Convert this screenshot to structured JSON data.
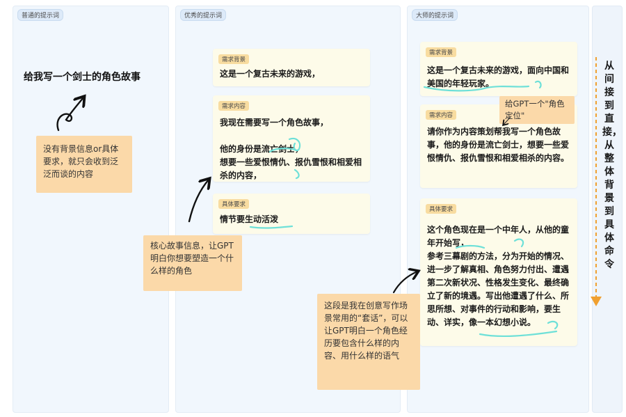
{
  "columns": {
    "plain": {
      "title": "普通的提示词",
      "prompt": "给我写一个剑士的角色故事",
      "note": "没有背景信息or具体要求，就只会收到泛泛而谈的内容"
    },
    "good": {
      "title": "优秀的提示词",
      "cards": [
        {
          "tag": "需求背景",
          "text": "这是一个复古未来的游戏，"
        },
        {
          "tag": "需求内容",
          "text": "我现在需要写一个角色故事，\n\n他的身份是流亡剑士，\n想要一些爱恨情仇、报仇雪恨和相爱相杀的内容，"
        },
        {
          "tag": "具体要求",
          "text": "情节要生动活泼"
        }
      ],
      "note": "核心故事信息，让GPT明白你想要塑造一个什么样的角色"
    },
    "master": {
      "title": "大师的提示词",
      "cards": [
        {
          "tag": "需求背景",
          "text": "这是一个复古未来的游戏，面向中国和美国的年轻玩家。"
        },
        {
          "tag": "需求内容",
          "text": "请你作为内容策划帮我写一个角色故事，他的身份是流亡剑士，想要一些爱恨情仇、报仇雪恨和相爱相杀的内容。"
        },
        {
          "tag": "具体要求",
          "text": "这个角色现在是一个中年人，从他的童年开始写，\n参考三幕剧的方法，分为开始的情况、进一步了解真相、角色努力付出、遭遇第二次新状况、性格发生变化、最终确立了新的境遇。写出他遭遇了什么、所思所想、对事件的行动和影响，要生动、详实，像一本幻想小说。"
        }
      ],
      "note_role": "给GPT一个\"角色定位\"",
      "note": "这段是我在创意写作场景常用的“套话”，可以让GPT明白一个角色经历要包含什么样的内容、用什么样的语气"
    }
  },
  "side_label": "从间接到直接，从整体背景到具体命令",
  "colors": {
    "column_bg": "#f1f7fd",
    "card_bg": "#fdfbe9",
    "tag_bg": "#f8dca0",
    "note_bg": "#fbd9a9",
    "highlight": "#6ee0d8",
    "arrow_orange": "#f0a030"
  }
}
